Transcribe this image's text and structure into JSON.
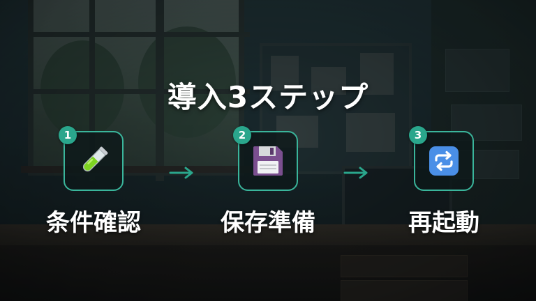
{
  "title": "導入3ステップ",
  "accent_color": "#2aa68c",
  "steps": [
    {
      "number": "1",
      "label": "条件確認",
      "icon": "test-tube-icon"
    },
    {
      "number": "2",
      "label": "保存準備",
      "icon": "floppy-disk-icon"
    },
    {
      "number": "3",
      "label": "再起動",
      "icon": "repeat-arrows-icon"
    }
  ],
  "connectors": [
    "arrow-right-icon",
    "arrow-right-icon"
  ]
}
